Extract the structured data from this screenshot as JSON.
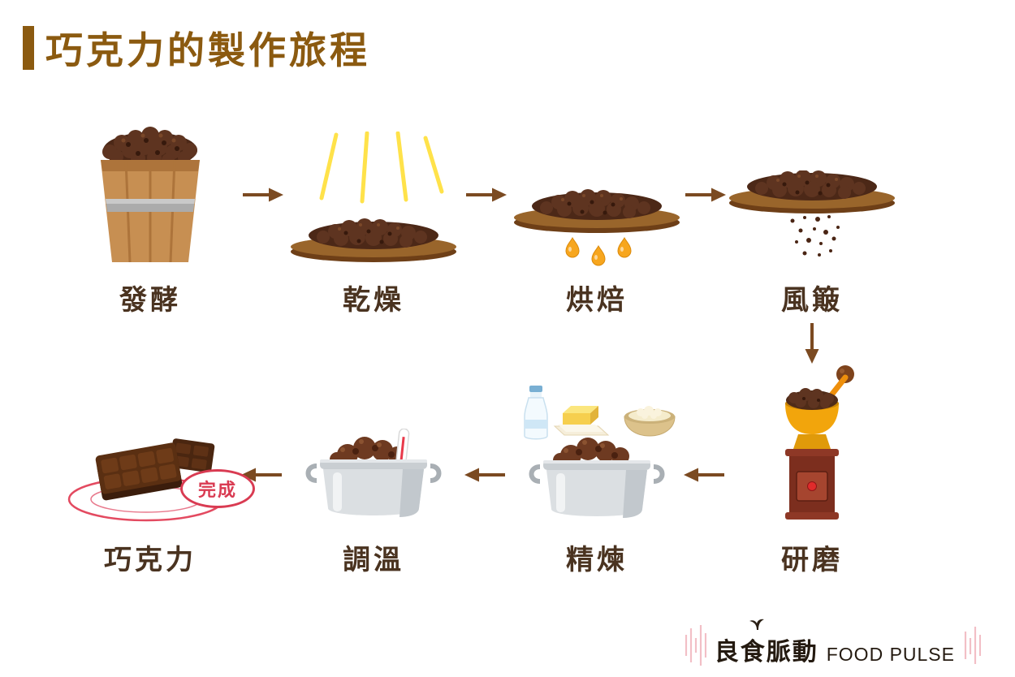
{
  "title": {
    "text": "巧克力的製作旅程"
  },
  "steps": [
    {
      "id": "fermentation",
      "label": "發酵",
      "icon": "cocoa-basket-icon"
    },
    {
      "id": "drying",
      "label": "乾燥",
      "icon": "sun-rays-tray-icon"
    },
    {
      "id": "roasting",
      "label": "烘焙",
      "icon": "tray-with-drips-icon"
    },
    {
      "id": "winnowing",
      "label": "風簸",
      "icon": "tray-with-falling-husks-icon"
    },
    {
      "id": "grinding",
      "label": "研磨",
      "icon": "hand-grinder-icon"
    },
    {
      "id": "refining",
      "label": "精煉",
      "icon": "pot-with-ingredients-icon"
    },
    {
      "id": "tempering",
      "label": "調溫",
      "icon": "pot-with-thermometer-icon"
    },
    {
      "id": "chocolate",
      "label": "巧克力",
      "icon": "chocolate-on-plate-icon"
    }
  ],
  "process_order": [
    "發酵",
    "乾燥",
    "烘焙",
    "風簸",
    "研磨",
    "精煉",
    "調溫",
    "巧克力"
  ],
  "badge": {
    "text": "完成"
  },
  "footer": {
    "brand_zh": "良食脈動",
    "brand_en": "FOOD PULSE"
  },
  "colors": {
    "title": "#8B5A10",
    "step_label": "#4A3320",
    "arrow": "#7B4A21",
    "accent_red": "#D93B52",
    "bean_brown": "#5E3420",
    "grinder_gold": "#F2A50C"
  }
}
